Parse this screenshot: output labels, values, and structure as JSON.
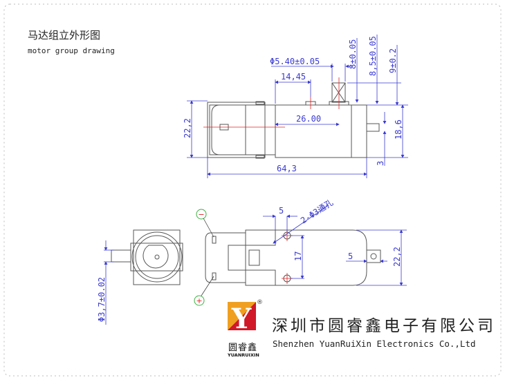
{
  "header": {
    "title_cn": "马达组立外形图",
    "title_en": "motor group drawing"
  },
  "top_view": {
    "dims": {
      "shaft_dia": "Φ5.40±0.05",
      "d1445": "14,45",
      "d2600": "26.00",
      "d8": "8±0.05",
      "d85": "8,5±0.05",
      "d9": "9±0.2",
      "height": "22,2",
      "d186": "18,6",
      "d3": "3",
      "length": "64,3"
    }
  },
  "bottom_view": {
    "dims": {
      "shaft_dia": "Φ3,7±0.02",
      "hole_offset": "5",
      "holes": "2-Φ3通孔",
      "hole_spacing": "17",
      "tab_offset": "5",
      "height": "22,2"
    },
    "terminal_minus": "−",
    "terminal_plus": "+"
  },
  "company": {
    "logo_letter": "Y",
    "logo_cn": "圆睿鑫",
    "logo_en": "YUANRUIXIN",
    "registered": "®",
    "name_cn": "深圳市圆睿鑫电子有限公司",
    "name_en": "Shenzhen YuanRuiXin Electronics Co.,Ltd"
  },
  "colors": {
    "dimension": "#3a3ad0",
    "centerline": "#e02020",
    "logo_orange": "#f0a020",
    "logo_red": "#d01828"
  }
}
